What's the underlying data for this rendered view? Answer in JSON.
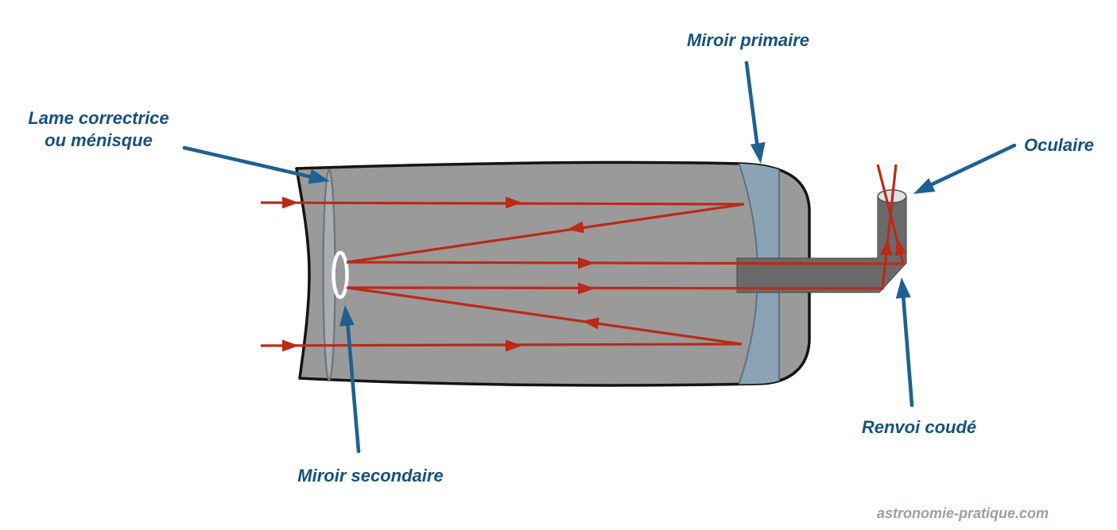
{
  "labels": {
    "corrector_line1": "Lame correctrice",
    "corrector_line2": "ou ménisque",
    "primary": "Miroir primaire",
    "secondary": "Miroir secondaire",
    "eyepiece": "Oculaire",
    "diagonal": "Renvoi coudé"
  },
  "watermark": "astronomie-pratique.com",
  "colors": {
    "label-blue": "#15517e",
    "arrow-blue": "#1e6190",
    "ray-red": "#bb2a18",
    "tube-gray": "#9a9a9a",
    "tube-outline": "#141414",
    "baffle-gray": "#6a6a6a",
    "baffle-edge": "#515151",
    "mirror-blue": "#8ba3b4",
    "mirror-edge": "#5f7280",
    "corrector-fill": "#a8aeb2",
    "corrector-edge": "#737677",
    "secondary-ring": "#ffffff",
    "eyepiece-cap": "#d9e3e6",
    "watermark-gray": "#9aa0a3"
  }
}
